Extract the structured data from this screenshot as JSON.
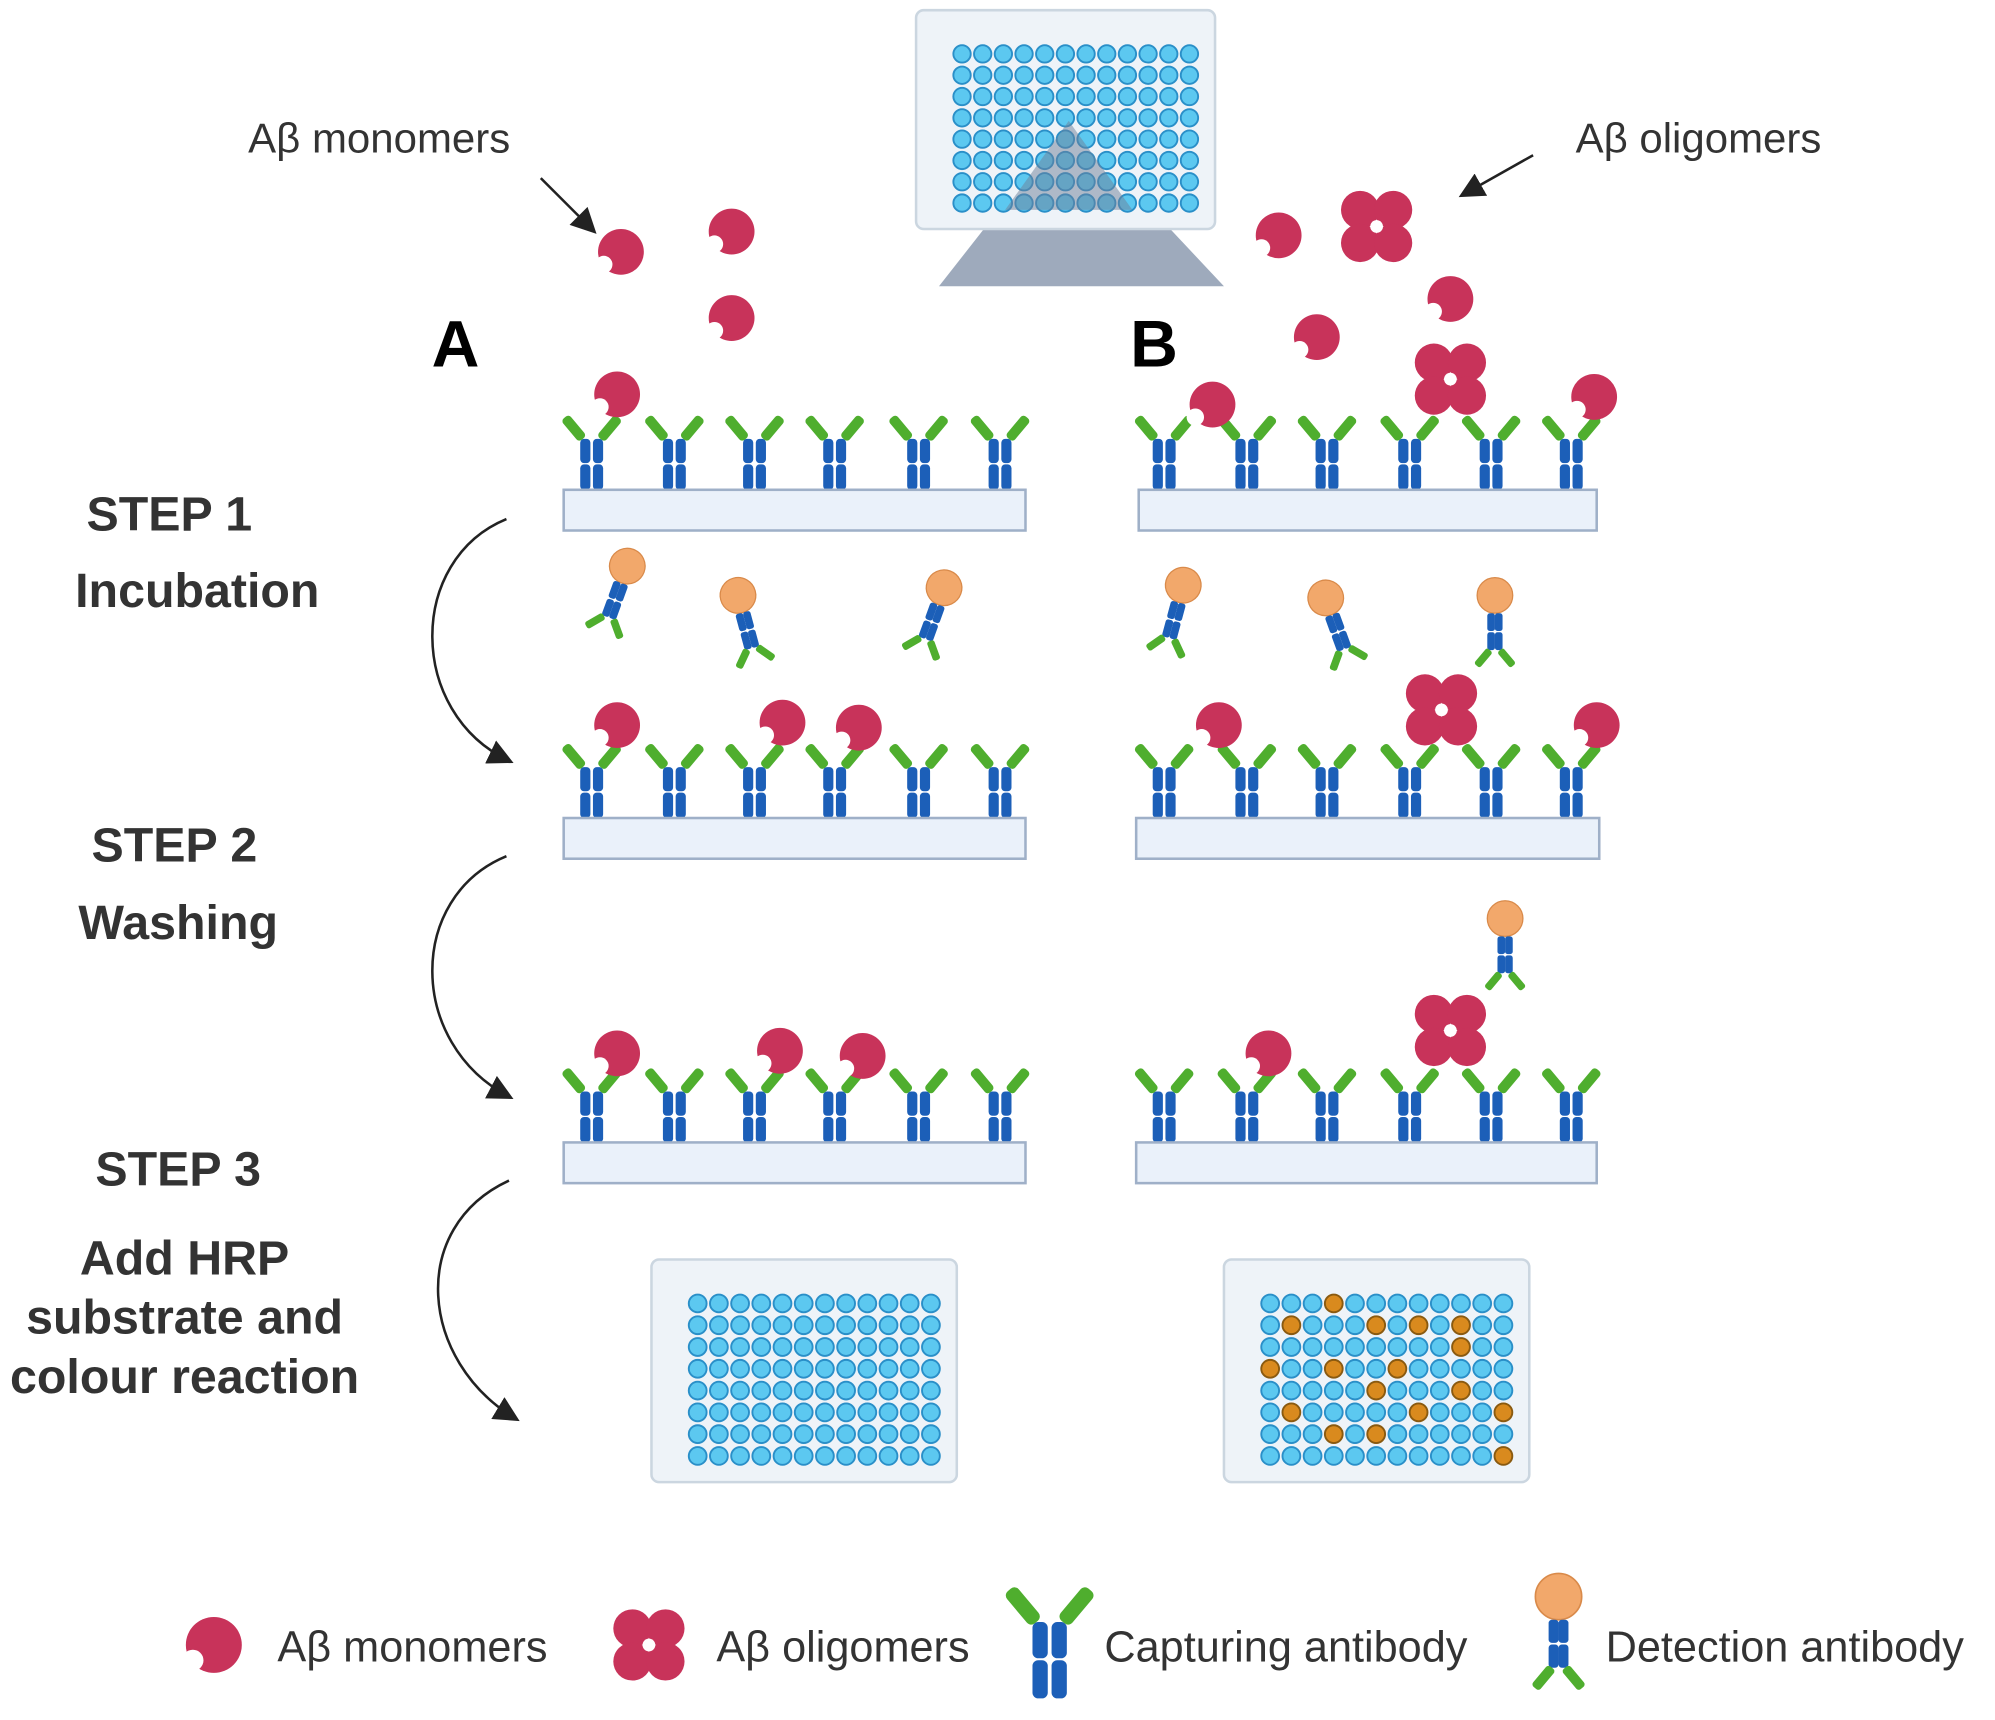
{
  "top_labels": {
    "monomers": "Aβ monomers",
    "oligomers": "Aβ oligomers"
  },
  "panels": {
    "a": "A",
    "b": "B"
  },
  "steps": [
    {
      "title": "STEP 1",
      "desc": [
        "Incubation"
      ]
    },
    {
      "title": "STEP 2",
      "desc": [
        "Washing"
      ]
    },
    {
      "title": "STEP 3",
      "desc": [
        "Add HRP",
        "substrate and",
        "colour reaction"
      ]
    }
  ],
  "legend": [
    {
      "icon": "monomer-icon",
      "label": "Aβ monomers"
    },
    {
      "icon": "oligomer-icon",
      "label": "Aβ oligomers"
    },
    {
      "icon": "capturing-antibody-icon",
      "label": "Capturing antibody"
    },
    {
      "icon": "detection-antibody-icon",
      "label": "Detection antibody"
    }
  ],
  "result_plate_b_colored_wells": [
    [
      "A",
      4
    ],
    [
      "B",
      2
    ],
    [
      "B",
      6
    ],
    [
      "B",
      8
    ],
    [
      "B",
      10
    ],
    [
      "C",
      10
    ],
    [
      "D",
      1
    ],
    [
      "D",
      4
    ],
    [
      "D",
      7
    ],
    [
      "E",
      6
    ],
    [
      "E",
      10
    ],
    [
      "F",
      2
    ],
    [
      "F",
      8
    ],
    [
      "F",
      12
    ],
    [
      "G",
      4
    ],
    [
      "G",
      6
    ],
    [
      "H",
      12
    ]
  ],
  "colors": {
    "monomer": "#c8335a",
    "antibody_blue": "#1c5fb8",
    "antibody_green": "#4fae2e",
    "hrp": "#f2a86b",
    "well": "#5cc8f0",
    "well_positive": "#d98a1e",
    "surface": "#eaf1fa"
  }
}
